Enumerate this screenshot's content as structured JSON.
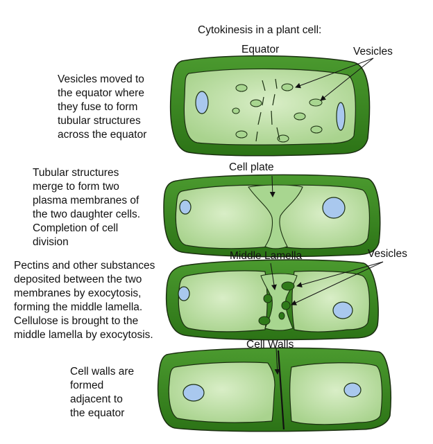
{
  "title": "Cytokinesis in a plant cell:",
  "stages": [
    {
      "description": [
        "Vesicles moved to",
        "the equator where",
        "they fuse to form",
        "tubular structures",
        "across the equator"
      ],
      "labels": [
        "Equator",
        "Vesicles"
      ]
    },
    {
      "description": [
        "Tubular structures",
        "merge to form two",
        "plasma membranes of",
        "the two daughter cells.",
        "Completion of cell",
        "division"
      ],
      "labels": [
        "Cell plate"
      ]
    },
    {
      "description": [
        "Pectins and other substances",
        "deposited between the two",
        "membranes by exocytosis,",
        "forming the middle lamella.",
        "Cellulose is brought to the",
        "middle lamella by exocytosis."
      ],
      "labels": [
        "Middle Lamella",
        "Vesicles"
      ]
    },
    {
      "description": [
        "Cell walls are",
        "formed",
        "adjacent to",
        "the equator"
      ],
      "labels": [
        "Cell Walls"
      ]
    }
  ],
  "colors": {
    "cell_wall_dark": "#2e7d1a",
    "cell_wall": "#3d8f27",
    "cytoplasm": "#b8dca0",
    "cytoplasm_light": "#d6ecc4",
    "vesicle": "#a8d690",
    "vesicle_dark": "#2f7a1a",
    "vacuole": "#a9c8ee",
    "outline": "#1a2e10"
  }
}
